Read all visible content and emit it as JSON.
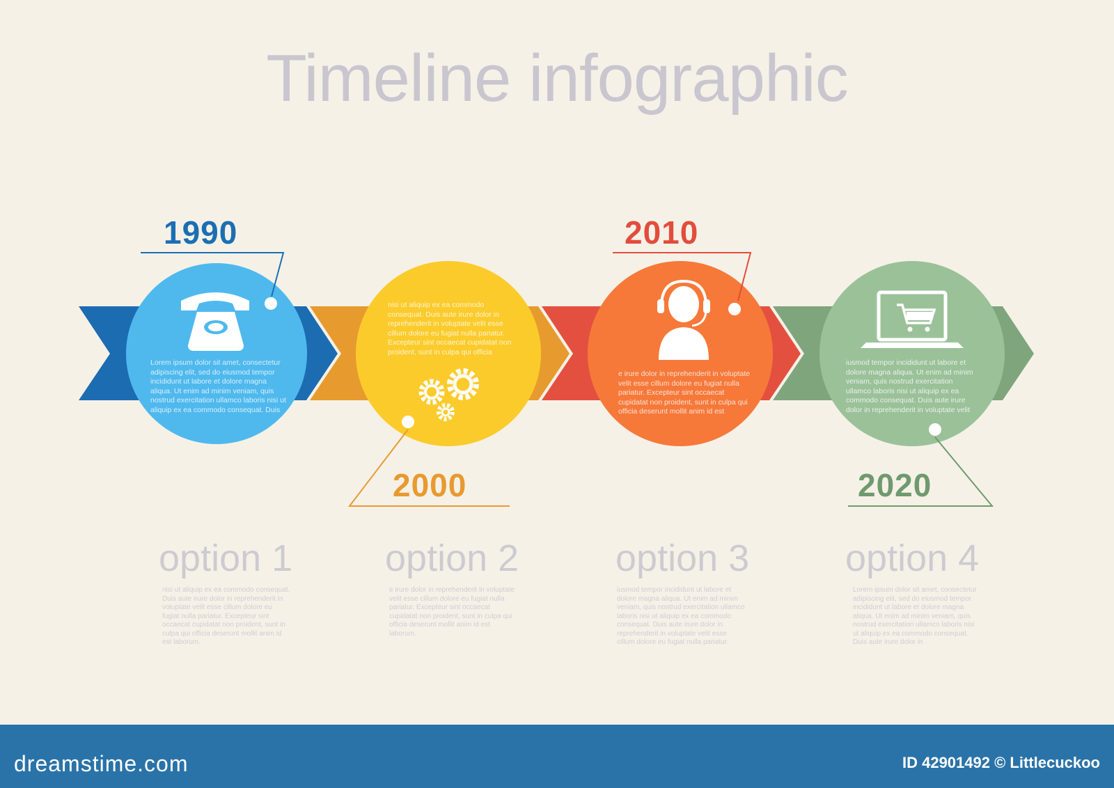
{
  "title": "Timeline infographic",
  "colors": {
    "background": "#f6f1e7",
    "blue": "#4fb9ee",
    "yellow": "#fbcb2c",
    "orange": "#f6793a",
    "green": "#9bc199",
    "footer": "#2a73a8"
  },
  "steps": [
    {
      "year": "1990",
      "year_color": "#1a6fb3",
      "icon": "telephone-icon",
      "circle_text": "Lorem ipsum dolor sit amet, consectetur adipiscing elit, sed do eiusmod tempor incididunt ut labore et dolore magna aliqua. Ut enim ad minim veniam, quis nostrud exercitation ullamco laboris nisi ut aliquip ex ea commodo consequat. Duis aute irure dolor in",
      "option": "option 1",
      "description": "nisi ut aliquip ex ea commodo consequat. Duis aute irure dolor in reprehenderit in voluptate velit esse cillum dolore eu fugiat nulla pariatur. Excepteur sint occaecat cupidatat non proident, sunt in culpa qui officia deserunt mollit anim id est laborum."
    },
    {
      "year": "2000",
      "year_color": "#e89a30",
      "icon": "gears-icon",
      "circle_text": "nisi ut aliquip ex ea commodo consequat. Duis aute irure dolor in reprehenderit in voluptate velit esse cillum dolore eu fugiat nulla pariatur. Excepteur sint occaecat cupidatat non proident, sunt in culpa qui officia deserunt mollit anim id est laborum.",
      "option": "option 2",
      "description": "e irure dolor in reprehenderit in voluptate velit esse cillum dolore eu fugiat nulla pariatur. Excepteur sint occaecat cupidatat non proident, sunt in culpa qui officia deserunt mollit anim id est laborum."
    },
    {
      "year": "2010",
      "year_color": "#e24c3c",
      "icon": "headset-operator-icon",
      "circle_text": "e irure dolor in reprehenderit in voluptate velit esse cillum dolore eu fugiat nulla pariatur. Excepteur sint occaecat cupidatat non proident, sunt in culpa qui officia deserunt mollit anim id est laborum.",
      "option": "option 3",
      "description": "iusmod tempor incididunt ut labore et dolore magna aliqua. Ut enim ad minim veniam, quis nostrud exercitation ullamco laboris nisi ut aliquip ex ea commodo consequat. Duis aute irure dolor in reprehenderit in voluptate velit esse cillum dolore eu fugiat nulla pariatur."
    },
    {
      "year": "2020",
      "year_color": "#6f9a6e",
      "icon": "laptop-cart-icon",
      "circle_text": "iusmod tempor incididunt ut labore et dolore magna aliqua. Ut enim ad minim veniam, quis nostrud exercitation ullamco laboris nisi ut aliquip ex ea commodo consequat. Duis aute irure dolor in reprehenderit in voluptate velit esse cillum dolore eu fugiat nulla pariatur.",
      "option": "option 4",
      "description": "Lorem ipsum dolor sit amet, consectetur adipiscing elit, sed do eiusmod tempor incididunt ut labore et dolore magna aliqua. Ut enim ad minim veniam, quis nostrud exercitation ullamco laboris nisi ut aliquip ex ea commodo consequat. Duis aute irure dolor in"
    }
  ],
  "footer": {
    "brand": "dreamstime.com",
    "credit": "ID 42901492 © Littlecuckoo"
  }
}
